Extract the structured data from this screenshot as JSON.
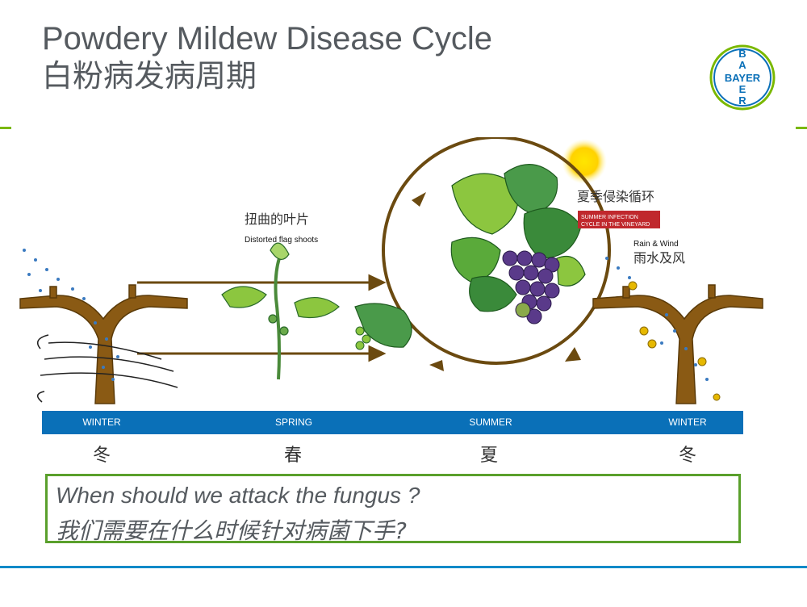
{
  "header": {
    "title": "Powdery Mildew Disease Cycle",
    "subtitle": "白粉病发病周期",
    "logo_text": "BAYER",
    "logo_vertical": [
      "B",
      "A",
      "Y",
      "E",
      "R"
    ]
  },
  "diagram": {
    "distorted_cn": "扭曲的叶片",
    "distorted_en": "Distorted flag shoots",
    "summer_cn": "夏季侵染循环",
    "summer_en_1": "SUMMER INFECTION",
    "summer_en_2": "CYCLE IN THE VINEYARD",
    "rain_en": "Rain & Wind",
    "rain_cn": "雨水及风"
  },
  "seasons": [
    {
      "en": "WINTER",
      "cn": "冬"
    },
    {
      "en": "SPRING",
      "cn": "春"
    },
    {
      "en": "SUMMER",
      "cn": "夏"
    },
    {
      "en": "WINTER",
      "cn": "冬"
    }
  ],
  "question": {
    "en": "When should we attack the fungus ?",
    "cn": "我们需要在什么时候针对病菌下手?"
  },
  "colors": {
    "title": "#555a5f",
    "accent_green": "#7ab800",
    "bayer_blue": "#0a70b8",
    "box_border": "#5aa02c",
    "rule_blue": "#0a8ac8",
    "vine_brown": "#8a5a14",
    "arrow_brown": "#6b4a10",
    "leaf_light": "#8cc63f",
    "leaf_dark": "#3a8a3a",
    "grape": "#5a3a8a",
    "sun": "#ffd700",
    "label_red": "#c0282d"
  },
  "icons": [
    "sun-icon",
    "wind-icon",
    "rain-icon",
    "grape-cluster-icon"
  ]
}
